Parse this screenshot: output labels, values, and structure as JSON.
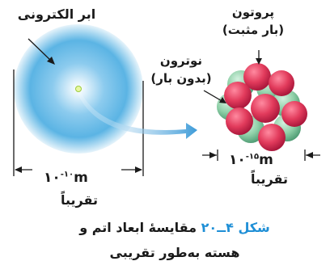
{
  "labels": {
    "electron_cloud": "ابر الکترونی",
    "proton_line1": "پروتون",
    "proton_line2": "(بار مثبت)",
    "neutron_line1": "نوترون",
    "neutron_line2": "(بدون بار)",
    "atom_size_base": "۱۰",
    "atom_size_exp": "-۱۰",
    "atom_size_unit": "m",
    "nucleus_size_base": "۱۰",
    "nucleus_size_exp": "-۱۵",
    "nucleus_size_unit": "m",
    "approx": "تقریباً"
  },
  "caption": {
    "figure_number": "شکل ۴ــ۲۰",
    "text_line1": "مقایسهٔ ابعاد اتم و",
    "text_line2": "هسته به‌طور تقریبی"
  },
  "colors": {
    "cloud": "#5bb4e4",
    "proton": "#e23b5c",
    "neutron": "#8fd0a8",
    "caption_accent": "#1f8fd6"
  }
}
